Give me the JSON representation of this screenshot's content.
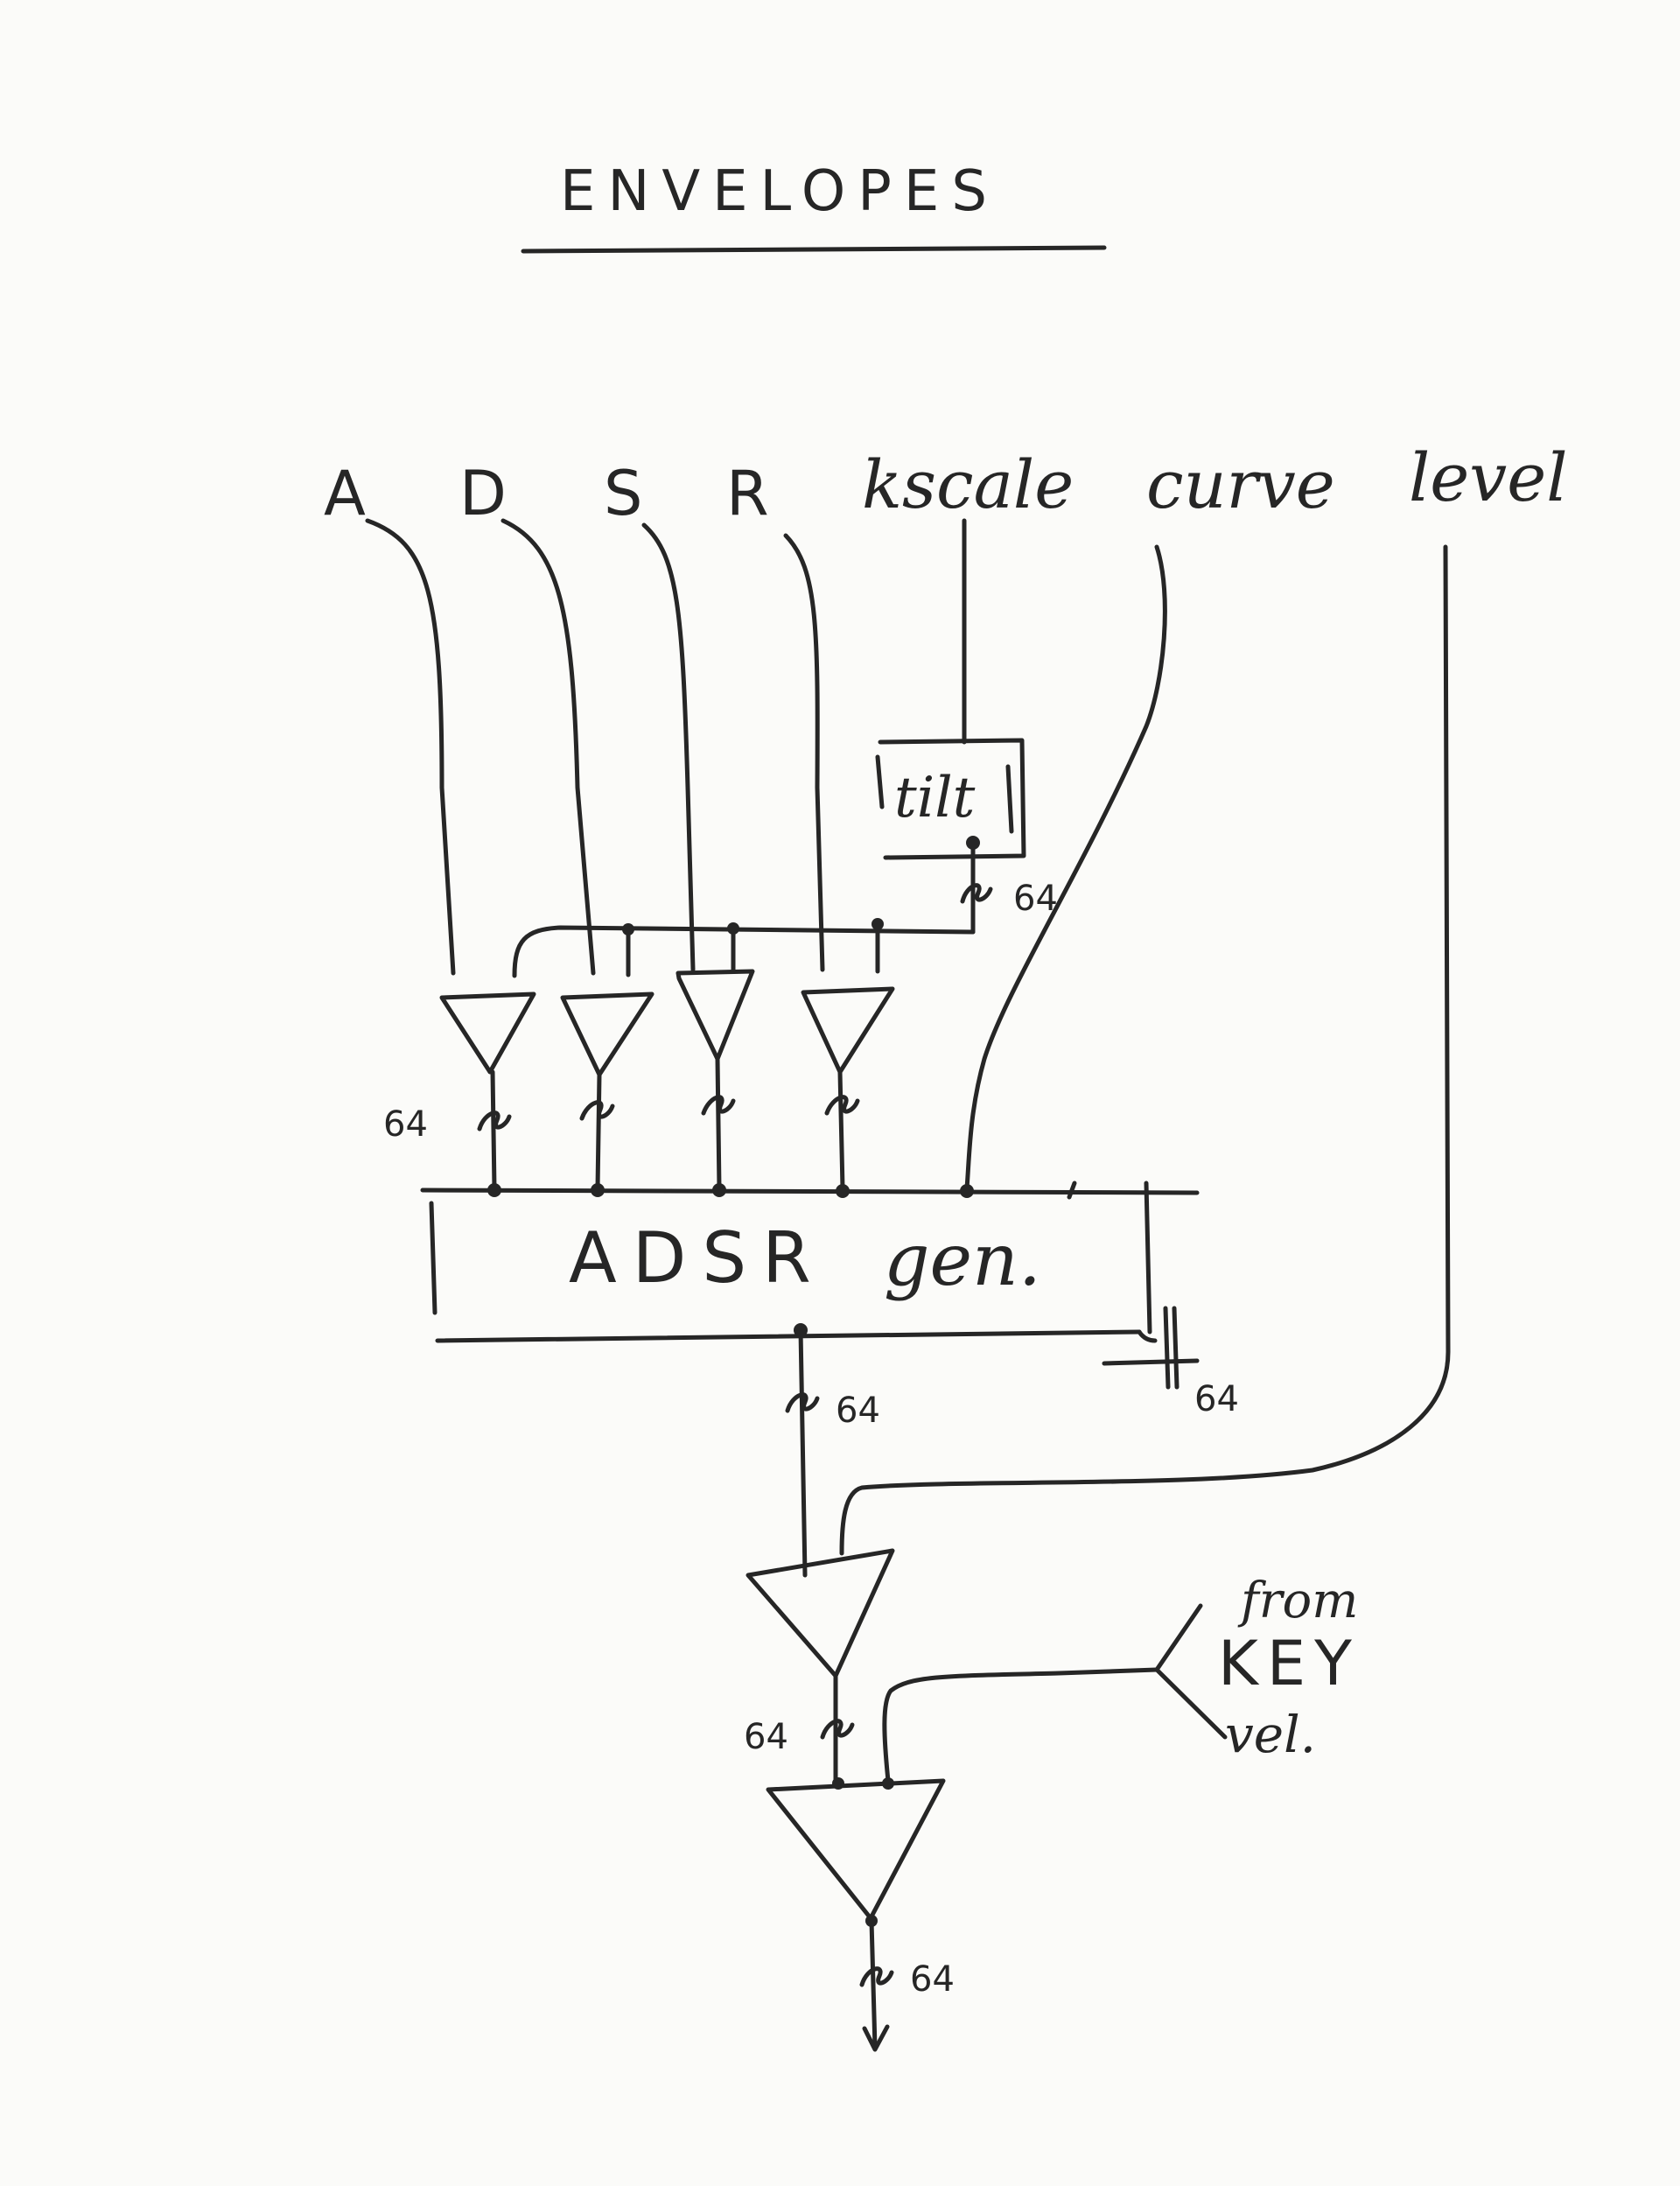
{
  "title": "ENVELOPES",
  "inputs": {
    "a": "A",
    "d": "D",
    "s": "S",
    "r": "R",
    "kscale": "kscale",
    "curve": "curve",
    "level": "level"
  },
  "tilt_label": "tilt",
  "adsr_label_main": "ADSR",
  "adsr_label_suffix": "gen.",
  "bus_width_labels": {
    "tilt_out": "64",
    "amp_in_left": "64",
    "adsr_side": "64",
    "adsr_out": "64",
    "level_amp_out": "64",
    "final_out": "64"
  },
  "velocity_source": {
    "line1": "from",
    "line2": "KEY",
    "line3": "vel."
  }
}
